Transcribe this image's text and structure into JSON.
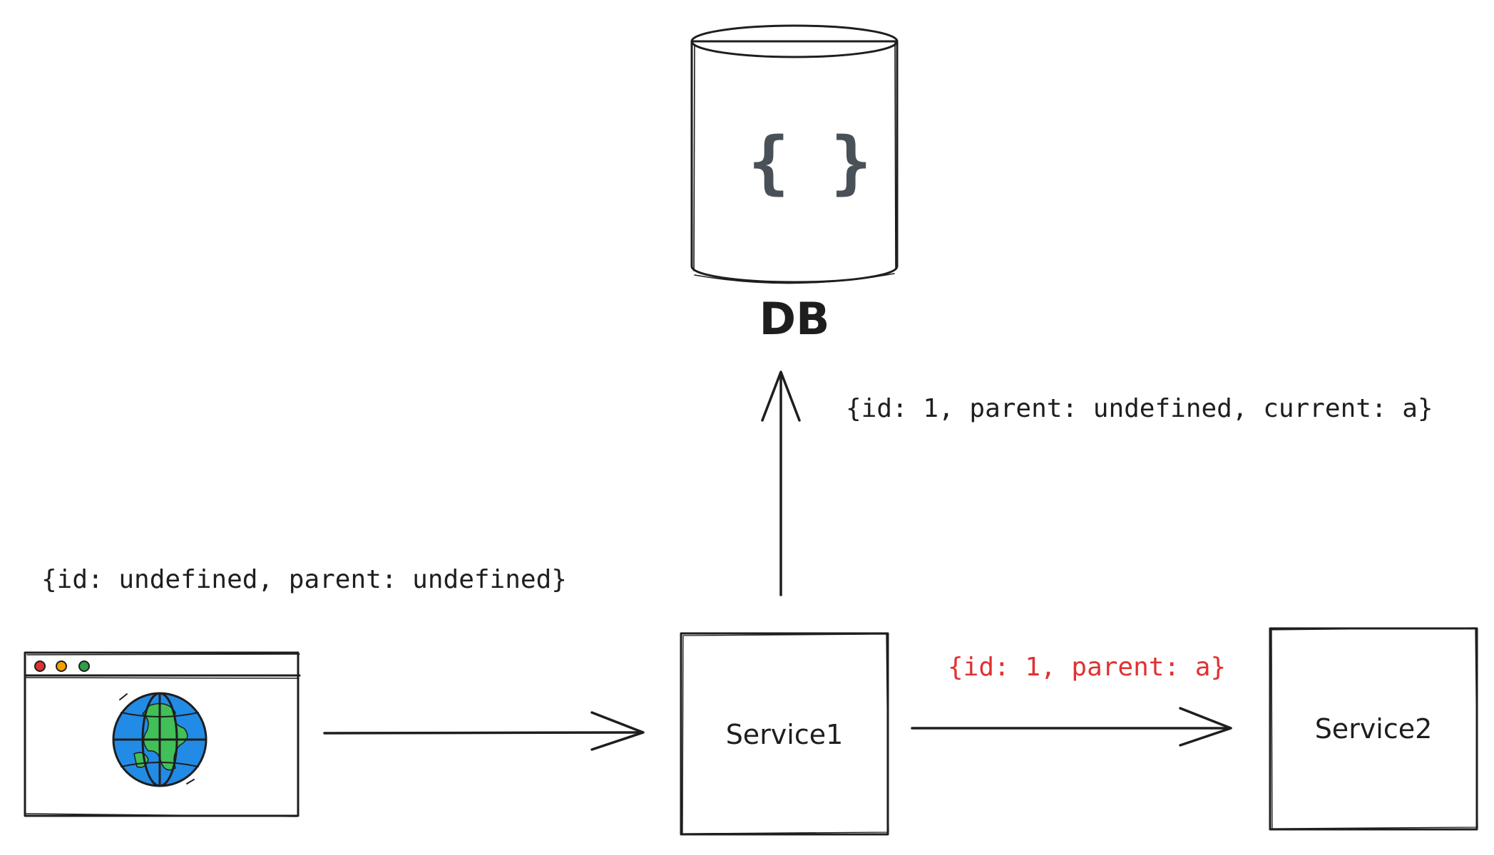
{
  "colors": {
    "stroke": "#1e1e1e",
    "box_fill": "#ededed",
    "db_fill": "#ced4da",
    "highlight": "#e03131",
    "globe_ocean": "#228be6",
    "globe_land": "#40c057",
    "dot_red": "#e03131",
    "dot_yellow": "#f59f00",
    "dot_green": "#2f9e44"
  },
  "db": {
    "label": "DB",
    "icon": "json-braces-icon",
    "icon_text": "{ }"
  },
  "browser": {
    "icon": "globe-icon"
  },
  "service1": {
    "label": "Service1"
  },
  "service2": {
    "label": "Service2"
  },
  "labels": {
    "client_payload": "{id: undefined, parent: undefined}",
    "db_payload": "{id: 1, parent: undefined, current: a}",
    "service2_payload": "{id: 1, parent: a}"
  }
}
